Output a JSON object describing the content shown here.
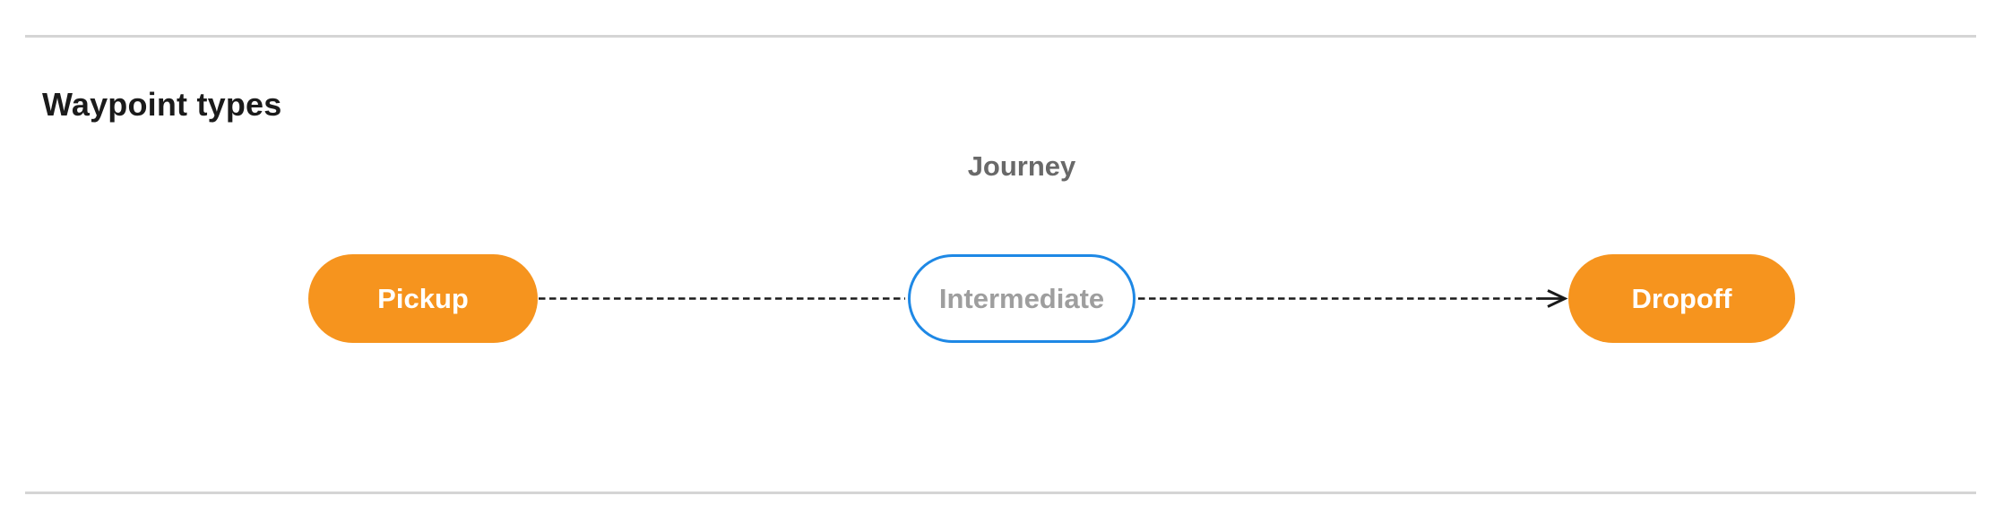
{
  "page": {
    "title": "Waypoint types"
  },
  "diagram": {
    "label": "Journey",
    "nodes": [
      {
        "id": "pickup",
        "label": "Pickup",
        "type": "terminal"
      },
      {
        "id": "intermediate",
        "label": "Intermediate",
        "type": "intermediate"
      },
      {
        "id": "dropoff",
        "label": "Dropoff",
        "type": "terminal"
      }
    ],
    "edges": [
      {
        "from": "pickup",
        "to": "intermediate",
        "style": "dashed",
        "arrowhead": false
      },
      {
        "from": "intermediate",
        "to": "dropoff",
        "style": "dashed",
        "arrowhead": true
      }
    ],
    "colors": {
      "terminal_fill": "#f6941e",
      "terminal_text": "#ffffff",
      "intermediate_border": "#1e88e5",
      "intermediate_text": "#9e9e9e",
      "connector": "#1a1a1a",
      "divider": "#d5d5d5",
      "heading_text": "#1b1b1b",
      "journey_text": "#696969"
    }
  }
}
